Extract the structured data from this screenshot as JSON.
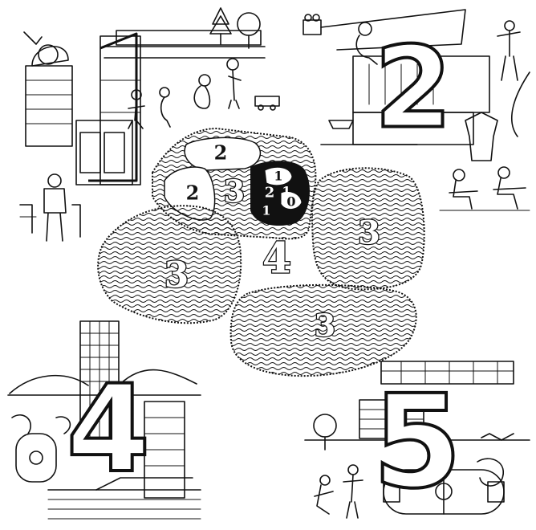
{
  "diagram": {
    "zones": [
      {
        "id": "top",
        "label": "3"
      },
      {
        "id": "left",
        "label": "3"
      },
      {
        "id": "right",
        "label": "3"
      },
      {
        "id": "bottom",
        "label": "3"
      }
    ],
    "sub_zones": [
      {
        "label": "2"
      },
      {
        "label": "2"
      },
      {
        "label": "1"
      },
      {
        "label": "2"
      },
      {
        "label": "1"
      },
      {
        "label": "1"
      },
      {
        "label": "0"
      }
    ],
    "center_label": "4",
    "corner_numerals": {
      "top_right": "2",
      "bottom_left": "4",
      "bottom_right": "5"
    },
    "colors": {
      "ink": "#111111",
      "paper": "#ffffff"
    }
  }
}
